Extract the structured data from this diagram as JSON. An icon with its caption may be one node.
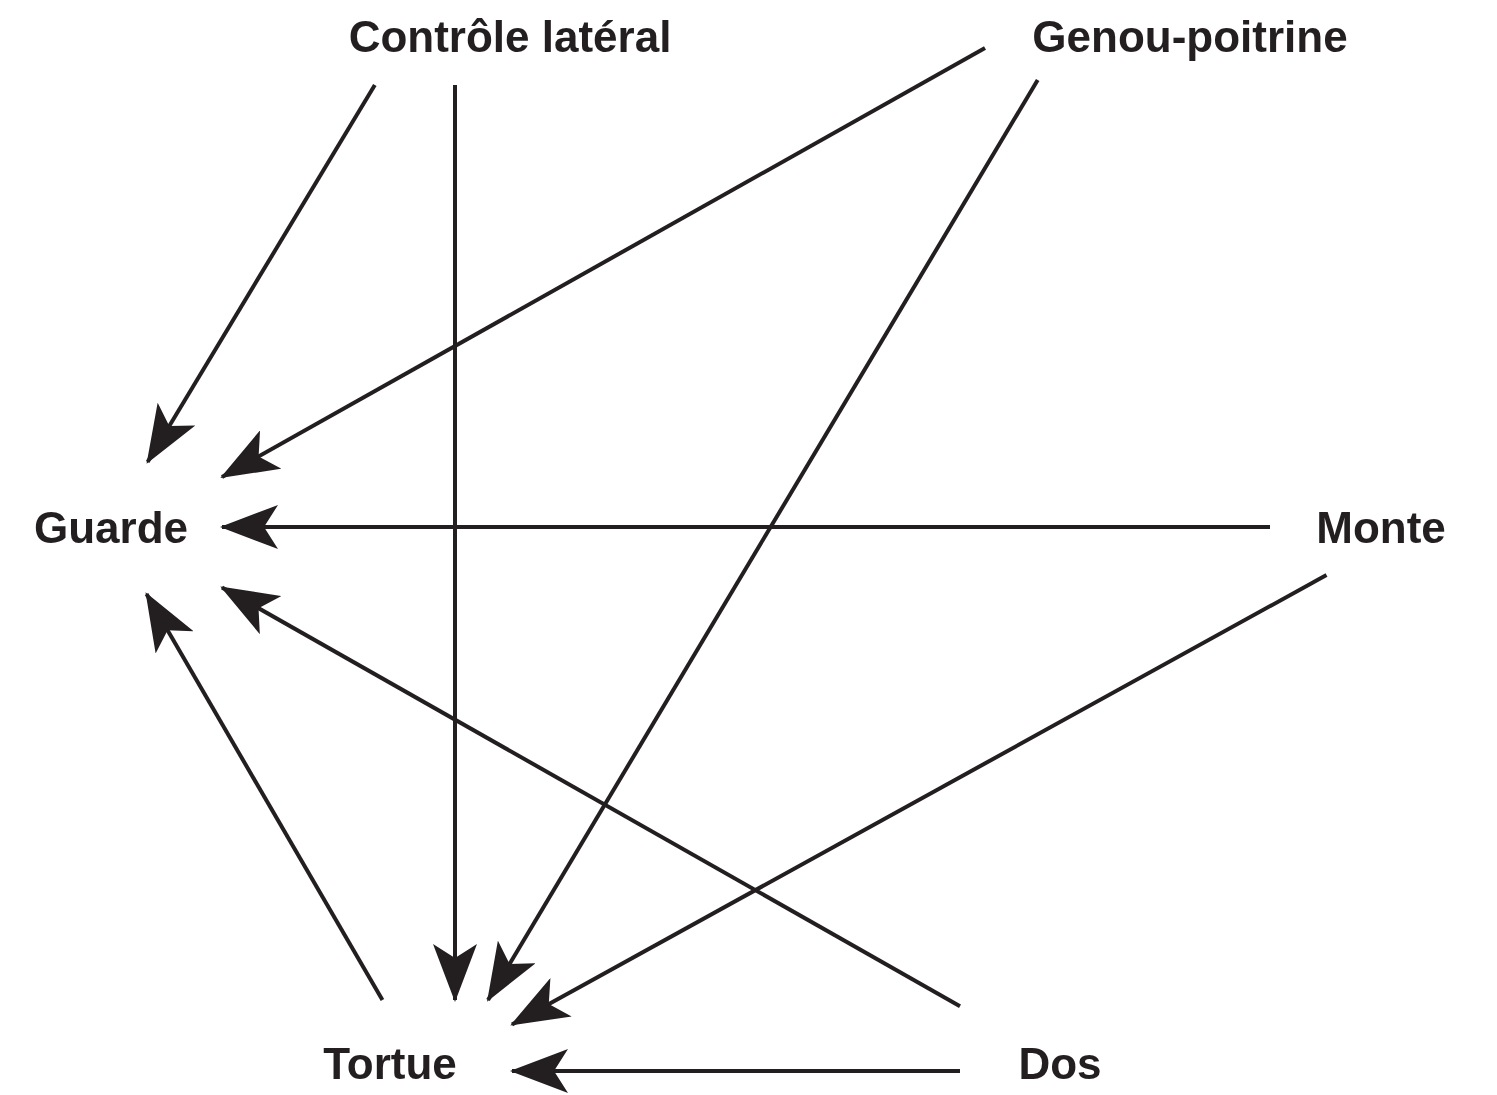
{
  "diagram": {
    "nodes": [
      {
        "text": [
          "Contrôle latéral"
        ]
      },
      {
        "text": [
          "Genou-poitrine"
        ]
      },
      {
        "text": [
          "Guarde"
        ]
      },
      {
        "text": [
          "Monte"
        ]
      },
      {
        "text": [
          "Tortue"
        ]
      },
      {
        "text": [
          "Dos"
        ]
      }
    ],
    "edges": [
      {
        "from": 0,
        "to": 2,
        "arrow": "to"
      },
      {
        "from": 0,
        "to": 4,
        "arrow": "to"
      },
      {
        "from": 1,
        "to": 2,
        "arrow": "to"
      },
      {
        "from": 1,
        "to": 4,
        "arrow": "to"
      },
      {
        "from": 3,
        "to": 2,
        "arrow": "to"
      },
      {
        "from": 3,
        "to": 4,
        "arrow": "to"
      },
      {
        "from": 5,
        "to": 2,
        "arrow": "to"
      },
      {
        "from": 4,
        "to": 2,
        "arrow": "to"
      },
      {
        "from": 5,
        "to": 4,
        "arrow": "to"
      }
    ]
  }
}
